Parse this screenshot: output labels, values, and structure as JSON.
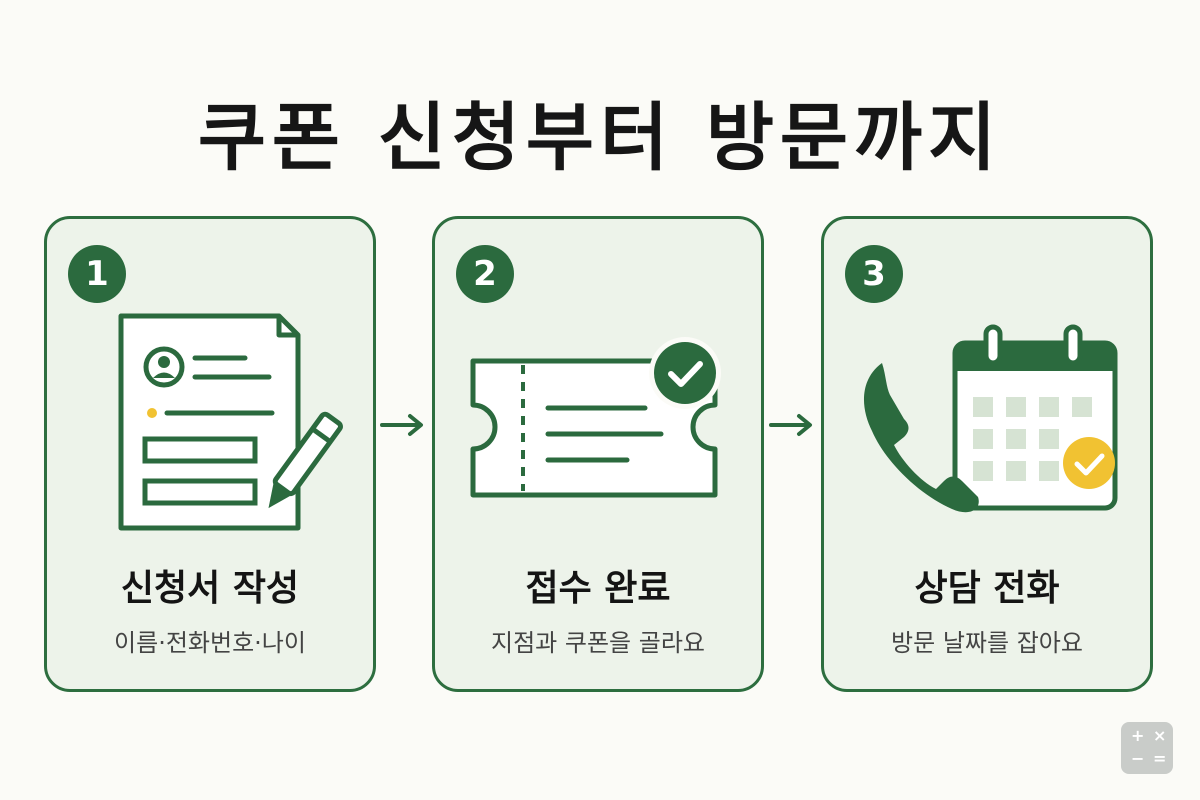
{
  "title": "쿠폰 신청부터 방문까지",
  "steps": [
    {
      "number": "1",
      "title": "신청서 작성",
      "description": "이름·전화번호·나이",
      "icon": "application-form-pen-icon"
    },
    {
      "number": "2",
      "title": "접수 완료",
      "description": "지점과 쿠폰을 골라요",
      "icon": "coupon-ticket-check-icon"
    },
    {
      "number": "3",
      "title": "상담 전화",
      "description": "방문 날짜를 잡아요",
      "icon": "phone-calendar-check-icon"
    }
  ],
  "colors": {
    "primary_green": "#2b6a3e",
    "card_background": "#edf3ea",
    "accent_yellow": "#f1c232",
    "page_background": "#fbfbf7"
  },
  "corner_badge": {
    "icon": "calculator-icon",
    "symbols": [
      "+",
      "×",
      "−",
      "="
    ]
  }
}
